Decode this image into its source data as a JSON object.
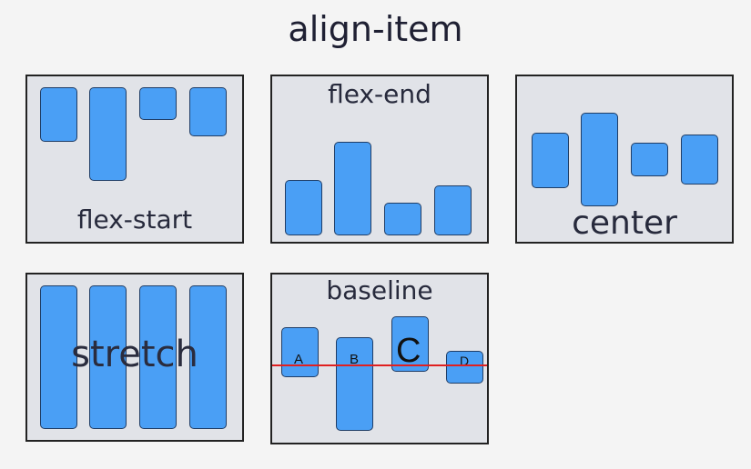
{
  "title": "align-item",
  "colors": {
    "box_fill": "#4a9ff5",
    "panel_bg": "#e1e3e8",
    "baseline_line": "#e02020"
  },
  "panels": {
    "flex_start": {
      "label": "flex-start"
    },
    "flex_end": {
      "label": "flex-end"
    },
    "center": {
      "label": "center"
    },
    "stretch": {
      "label": "stretch"
    },
    "baseline": {
      "label": "baseline",
      "letters": [
        "A",
        "B",
        "C",
        "D"
      ]
    }
  }
}
